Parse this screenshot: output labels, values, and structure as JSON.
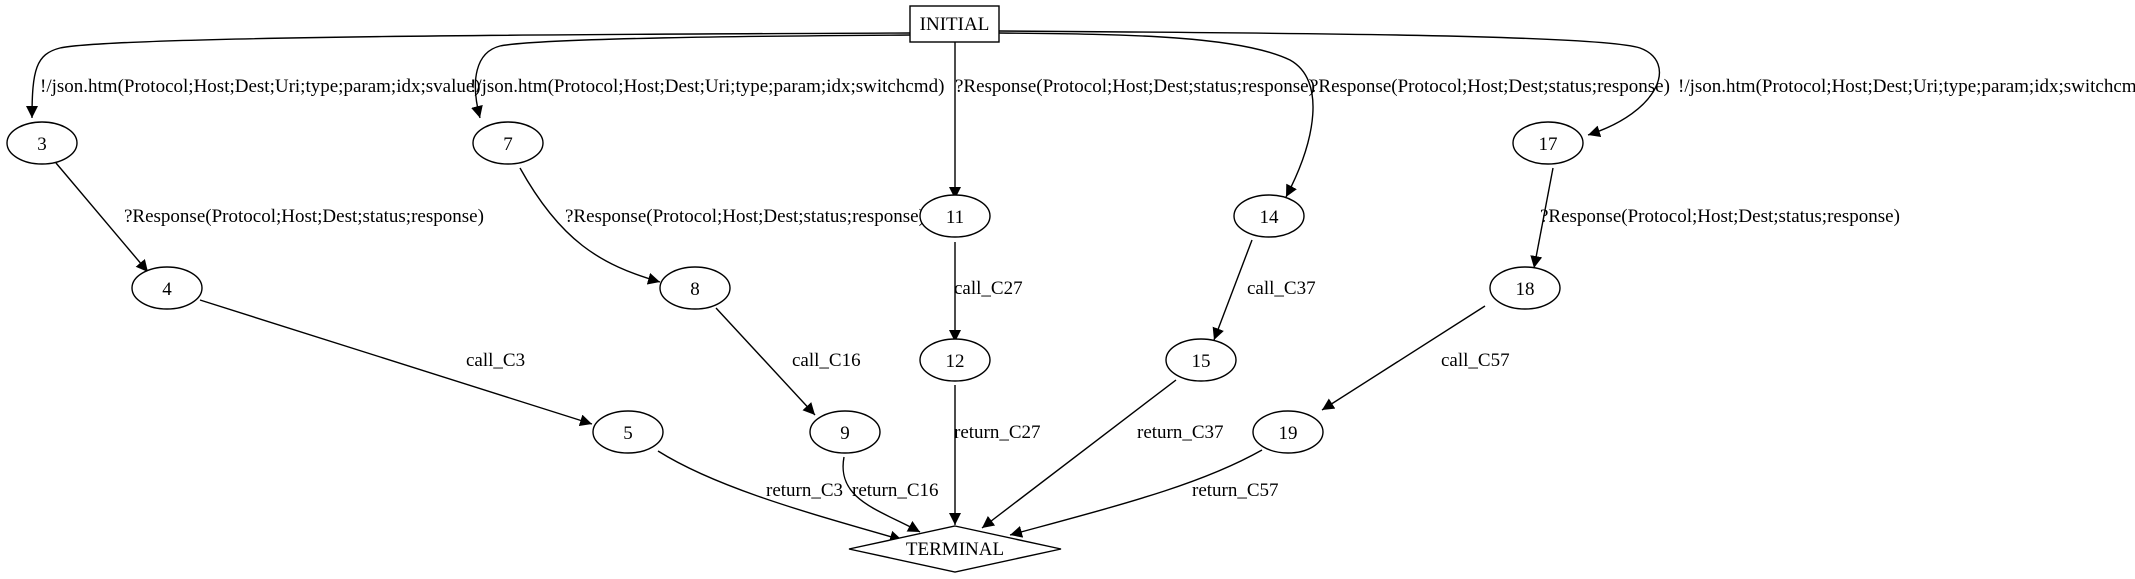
{
  "graph": {
    "nodes": [
      {
        "id": "INITIAL",
        "label": "INITIAL",
        "shape": "box"
      },
      {
        "id": "3",
        "label": "3",
        "shape": "ellipse"
      },
      {
        "id": "4",
        "label": "4",
        "shape": "ellipse"
      },
      {
        "id": "5",
        "label": "5",
        "shape": "ellipse"
      },
      {
        "id": "7",
        "label": "7",
        "shape": "ellipse"
      },
      {
        "id": "8",
        "label": "8",
        "shape": "ellipse"
      },
      {
        "id": "9",
        "label": "9",
        "shape": "ellipse"
      },
      {
        "id": "11",
        "label": "11",
        "shape": "ellipse"
      },
      {
        "id": "12",
        "label": "12",
        "shape": "ellipse"
      },
      {
        "id": "14",
        "label": "14",
        "shape": "ellipse"
      },
      {
        "id": "15",
        "label": "15",
        "shape": "ellipse"
      },
      {
        "id": "17",
        "label": "17",
        "shape": "ellipse"
      },
      {
        "id": "18",
        "label": "18",
        "shape": "ellipse"
      },
      {
        "id": "19",
        "label": "19",
        "shape": "ellipse"
      },
      {
        "id": "TERMINAL",
        "label": "TERMINAL",
        "shape": "diamond"
      }
    ],
    "edges": [
      {
        "from": "INITIAL",
        "to": "3",
        "label": "!/json.htm(Protocol;Host;Dest;Uri;type;param;idx;svalue)"
      },
      {
        "from": "INITIAL",
        "to": "7",
        "label": "!/json.htm(Protocol;Host;Dest;Uri;type;param;idx;switchcmd)"
      },
      {
        "from": "INITIAL",
        "to": "11",
        "label": "?Response(Protocol;Host;Dest;status;response)"
      },
      {
        "from": "INITIAL",
        "to": "14",
        "label": "?Response(Protocol;Host;Dest;status;response)"
      },
      {
        "from": "INITIAL",
        "to": "17",
        "label": "!/json.htm(Protocol;Host;Dest;Uri;type;param;idx;switchcmd)"
      },
      {
        "from": "3",
        "to": "4",
        "label": "?Response(Protocol;Host;Dest;status;response)"
      },
      {
        "from": "4",
        "to": "5",
        "label": "call_C3"
      },
      {
        "from": "5",
        "to": "TERMINAL",
        "label": "return_C3"
      },
      {
        "from": "7",
        "to": "8",
        "label": "?Response(Protocol;Host;Dest;status;response)"
      },
      {
        "from": "8",
        "to": "9",
        "label": "call_C16"
      },
      {
        "from": "9",
        "to": "TERMINAL",
        "label": "return_C16"
      },
      {
        "from": "11",
        "to": "12",
        "label": "call_C27"
      },
      {
        "from": "12",
        "to": "TERMINAL",
        "label": "return_C27"
      },
      {
        "from": "14",
        "to": "15",
        "label": "call_C37"
      },
      {
        "from": "15",
        "to": "TERMINAL",
        "label": "return_C37"
      },
      {
        "from": "17",
        "to": "18",
        "label": "?Response(Protocol;Host;Dest;status;response)"
      },
      {
        "from": "18",
        "to": "19",
        "label": "call_C57"
      },
      {
        "from": "19",
        "to": "TERMINAL",
        "label": "return_C57"
      }
    ]
  }
}
